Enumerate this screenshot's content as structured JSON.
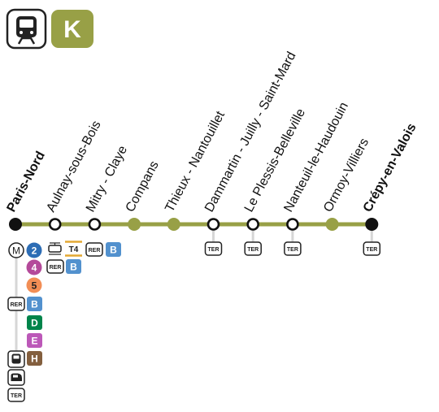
{
  "line": {
    "mode_icon": "train-icon",
    "letter": "K",
    "color": "#98a046"
  },
  "stations": [
    {
      "name": "Paris-Nord",
      "type": "terminus",
      "bold": true
    },
    {
      "name": "Aulnay-sous-Bois",
      "type": "connection",
      "bold": false
    },
    {
      "name": "Mitry - Claye",
      "type": "connection",
      "bold": false
    },
    {
      "name": "Compans",
      "type": "stop",
      "bold": false
    },
    {
      "name": "Thieux - Nantouillet",
      "type": "stop",
      "bold": false
    },
    {
      "name": "Dammartin - Juilly - Saint-Mard",
      "type": "connection",
      "bold": false
    },
    {
      "name": "Le Plessis-Belleville",
      "type": "connection",
      "bold": false
    },
    {
      "name": "Nanteuil-le-Haudouin",
      "type": "connection",
      "bold": false
    },
    {
      "name": "Ormoy-Villiers",
      "type": "stop",
      "bold": false
    },
    {
      "name": "Crépy-en-Valois",
      "type": "terminus",
      "bold": true
    }
  ],
  "labels": {
    "metro": "M",
    "rer": "RER",
    "ter": "TER",
    "tram_line": "T4",
    "metro_lines": [
      "2",
      "4",
      "5"
    ],
    "rer_lines": [
      "B",
      "D"
    ],
    "transilien_lines": [
      "E",
      "H"
    ]
  },
  "colors": {
    "metro_2": "#2d6db5",
    "metro_4": "#b44a9a",
    "metro_5": "#f28e55",
    "rer_b": "#5291ce",
    "rer_d": "#00844a",
    "transilien_e": "#bc58b8",
    "transilien_h": "#835f3e",
    "tram_t4": "#e3a933"
  }
}
